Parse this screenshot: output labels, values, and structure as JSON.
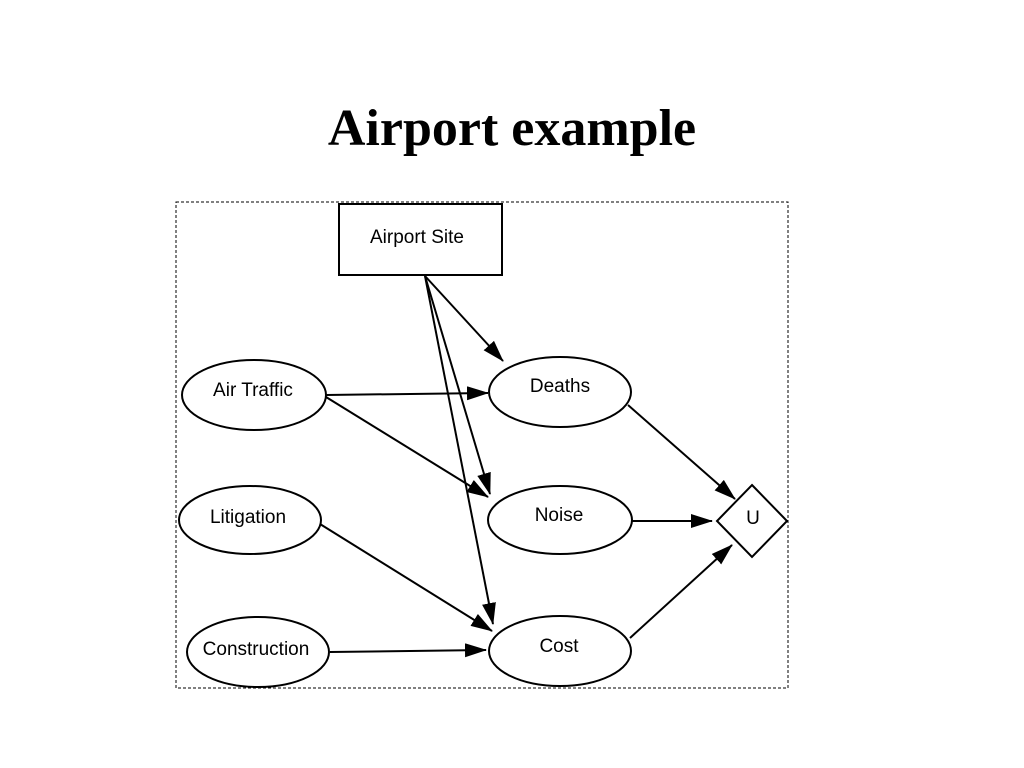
{
  "slide": {
    "title": "Airport example"
  },
  "diagram": {
    "decision_node": "Airport Site",
    "chance_nodes": {
      "air_traffic": "Air Traffic",
      "litigation": "Litigation",
      "construction": "Construction",
      "deaths": "Deaths",
      "noise": "Noise",
      "cost": "Cost"
    },
    "utility_node": "U",
    "edges": [
      [
        "Airport Site",
        "Deaths"
      ],
      [
        "Airport Site",
        "Noise"
      ],
      [
        "Airport Site",
        "Cost"
      ],
      [
        "Air Traffic",
        "Deaths"
      ],
      [
        "Air Traffic",
        "Noise"
      ],
      [
        "Litigation",
        "Cost"
      ],
      [
        "Construction",
        "Cost"
      ],
      [
        "Deaths",
        "U"
      ],
      [
        "Noise",
        "U"
      ],
      [
        "Cost",
        "U"
      ]
    ]
  }
}
